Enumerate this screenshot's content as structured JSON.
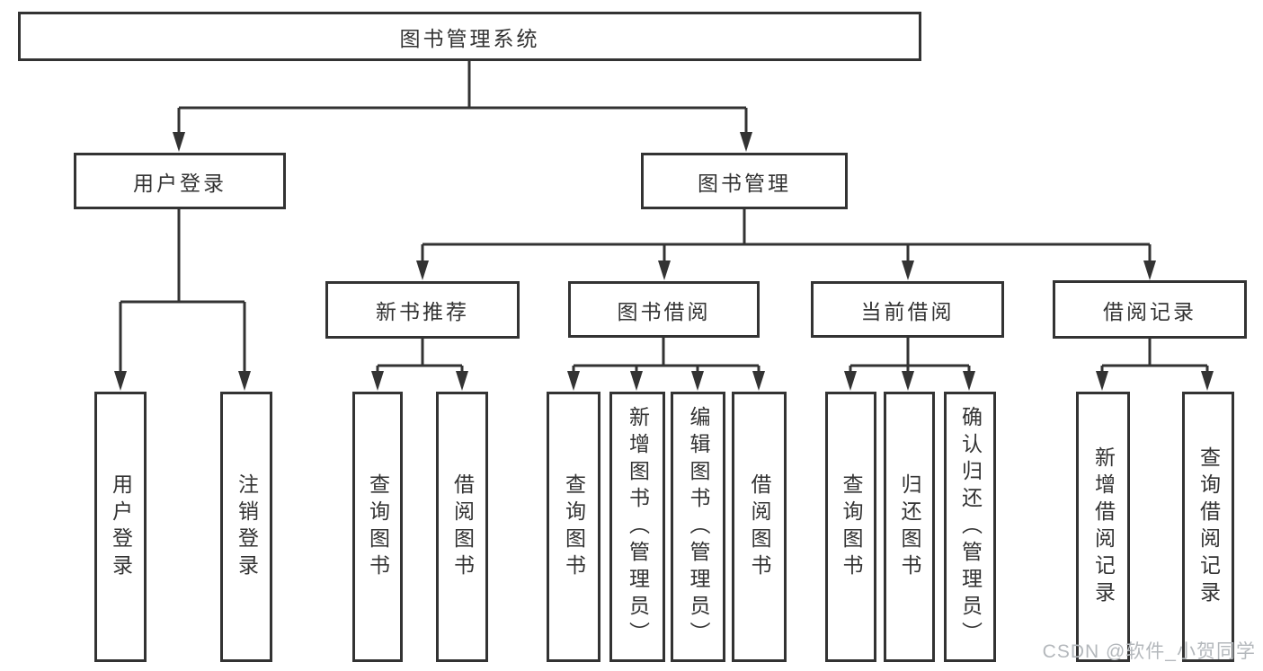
{
  "tree": {
    "root": "图书管理系统",
    "branches": [
      {
        "label": "用户登录",
        "children": [
          "用户登录",
          "注销登录"
        ]
      },
      {
        "label": "图书管理",
        "sections": [
          {
            "label": "新书推荐",
            "children": [
              "查询图书",
              "借阅图书"
            ]
          },
          {
            "label": "图书借阅",
            "children": [
              "查询图书",
              "新增图书（管理员）",
              "编辑图书（管理员）",
              "借阅图书"
            ]
          },
          {
            "label": "当前借阅",
            "children": [
              "查询图书",
              "归还图书",
              "确认归还（管理员）"
            ]
          },
          {
            "label": "借阅记录",
            "children": [
              "新增借阅记录",
              "查询借阅记录"
            ]
          }
        ]
      }
    ]
  },
  "watermark": "CSDN @软件_小贺同学",
  "colors": {
    "line": "#333333",
    "text": "#333333",
    "box_background": "#ffffff",
    "watermark": "#b4b8bc",
    "page_background": "#ffffff"
  }
}
